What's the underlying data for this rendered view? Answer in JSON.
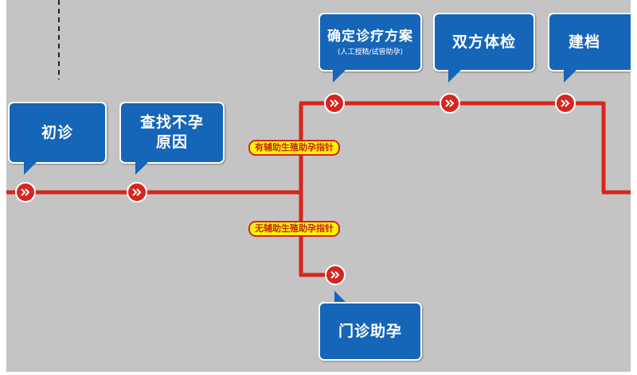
{
  "colors": {
    "background": "#c4c4c4",
    "line": "#d7261e",
    "bubble": "#1565b8",
    "label_fill": "#fff200",
    "label_text": "#c4241a"
  },
  "nodes": {
    "first_visit": "初诊",
    "find_cause": "查找不孕\n原因",
    "treatment_plan": "确定诊疗方案",
    "treatment_plan_sub": "(人工授精/试管助孕)",
    "couple_exam": "双方体检",
    "file_record": "建档",
    "outpatient": "门诊助孕"
  },
  "branch_labels": {
    "with_art": "有辅助生殖助孕指针",
    "without_art": "无辅助生殖助孕指针"
  },
  "node_marker_icon": "double-chevron-right-icon"
}
